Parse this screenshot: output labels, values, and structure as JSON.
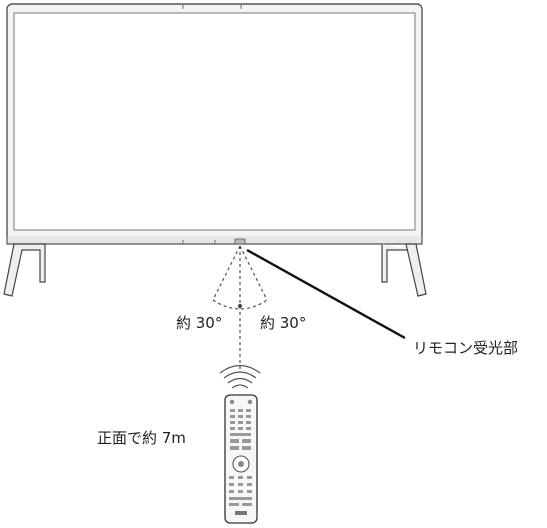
{
  "labels": {
    "angle_left": "約 30°",
    "angle_right": "約 30°",
    "sensor": "リモコン受光部",
    "distance": "正面で約 7m"
  },
  "colors": {
    "line": "#333333",
    "frame": "#666666",
    "leader": "#111111",
    "screen": "#ffffff"
  }
}
